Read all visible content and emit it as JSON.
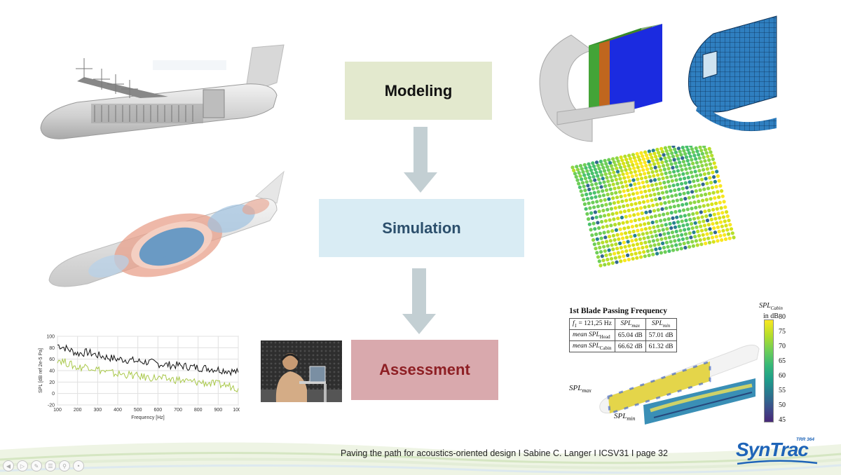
{
  "flow": {
    "modeling_label": "Modeling",
    "simulation_label": "Simulation",
    "assessment_label": "Assessment"
  },
  "colors": {
    "modeling_fill": "#e3e9ce",
    "simulation_fill": "#d9ecf4",
    "simulation_text": "#2c4f6c",
    "assessment_fill": "#d9a9ad",
    "assessment_text": "#8e1f24",
    "arrow": "#c3cfd3",
    "spectrum_line_1": "#111111",
    "spectrum_line_2": "#a9c84a",
    "logo": "#1e64b8"
  },
  "chart_data": {
    "type": "line",
    "xlabel": "Frequency [Hz]",
    "ylabel": "SPL [dB ref 2e-5 Pa]",
    "xlim": [
      100,
      1000
    ],
    "ylim": [
      -20,
      100
    ],
    "x_ticks": [
      "100",
      "200",
      "300",
      "400",
      "500",
      "600",
      "700",
      "800",
      "900",
      "1000"
    ],
    "y_ticks": [
      "100",
      "80",
      "60",
      "40",
      "20",
      "0",
      "-20"
    ],
    "grid": true,
    "series": [
      {
        "values": [
          [
            100,
            85
          ],
          [
            150,
            78
          ],
          [
            200,
            70
          ],
          [
            250,
            72
          ],
          [
            300,
            67
          ],
          [
            350,
            63
          ],
          [
            400,
            60
          ],
          [
            450,
            59
          ],
          [
            500,
            56
          ],
          [
            550,
            55
          ],
          [
            600,
            52
          ],
          [
            650,
            50
          ],
          [
            700,
            49
          ],
          [
            750,
            47
          ],
          [
            800,
            45
          ],
          [
            850,
            44
          ],
          [
            900,
            42
          ],
          [
            950,
            40
          ],
          [
            1000,
            37
          ]
        ]
      },
      {
        "values": [
          [
            100,
            60
          ],
          [
            150,
            53
          ],
          [
            200,
            45
          ],
          [
            250,
            48
          ],
          [
            300,
            42
          ],
          [
            350,
            37
          ],
          [
            400,
            34
          ],
          [
            450,
            33
          ],
          [
            500,
            30
          ],
          [
            550,
            28
          ],
          [
            600,
            27
          ],
          [
            650,
            25
          ],
          [
            700,
            24
          ],
          [
            750,
            21
          ],
          [
            800,
            20
          ],
          [
            850,
            18
          ],
          [
            900,
            16
          ],
          [
            950,
            14
          ],
          [
            1000,
            9
          ]
        ]
      }
    ]
  },
  "bpf": {
    "title": "1st Blade Passing Frequency",
    "f1": "f",
    "f1_sub": "1",
    "f1_value": " = 121,25 Hz",
    "spl": "SPL",
    "max": "max",
    "min": "min",
    "mean": "mean ",
    "head": "Head",
    "cabin": "Cabin",
    "head_max": "65.04 dB",
    "head_min": "57.01 dB",
    "cabin_max": "66.62 dB",
    "cabin_min": "61.32 dB"
  },
  "colorbar": {
    "spl": "SPL",
    "cabin": "Cabin",
    "unit": "in dB",
    "ticks": [
      "80",
      "75",
      "70",
      "65",
      "60",
      "55",
      "50",
      "45"
    ]
  },
  "fuselage_labels": {
    "spl": "SPL",
    "max": "max",
    "min": "min"
  },
  "footer": {
    "text": "Paving the path for acoustics-oriented design I Sabine C. Langer I ICSV31 I page 32",
    "logo_word": "SynTrac",
    "logo_tag": "TRR 364"
  },
  "icons": [
    "nav-first-icon",
    "nav-prev-icon",
    "nav-pen-icon",
    "nav-menu-icon",
    "nav-zoom-icon",
    "nav-next-icon"
  ]
}
